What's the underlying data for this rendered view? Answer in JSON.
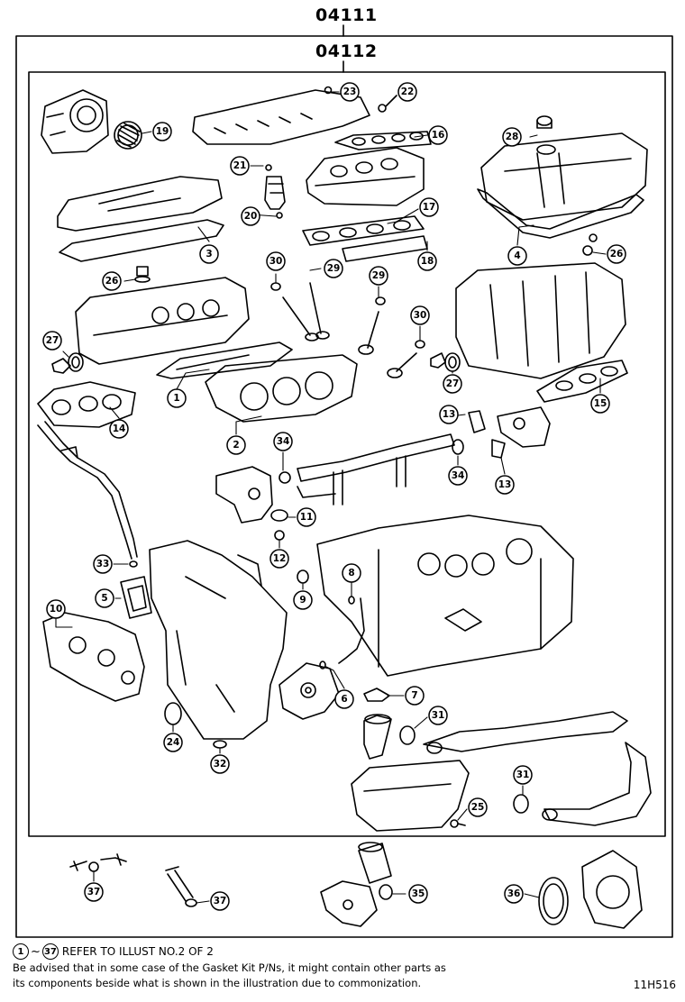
{
  "kit": {
    "outer_part_number": "04111",
    "inner_part_number": "04112"
  },
  "callouts": [
    "1",
    "2",
    "3",
    "4",
    "5",
    "6",
    "7",
    "8",
    "9",
    "10",
    "11",
    "12",
    "13",
    "13",
    "14",
    "15",
    "16",
    "17",
    "18",
    "19",
    "20",
    "21",
    "22",
    "23",
    "24",
    "25",
    "26",
    "26",
    "27",
    "27",
    "28",
    "29",
    "29",
    "30",
    "30",
    "31",
    "31",
    "32",
    "33",
    "34",
    "34",
    "35",
    "36",
    "37",
    "37"
  ],
  "footer": {
    "ref_from": "1",
    "ref_tilde": "~",
    "ref_to": "37",
    "ref_text": "REFER TO ILLUST NO.2 OF 2",
    "notice_line1": "Be advised that in some case of the Gasket Kit P/Ns,  it might contain other parts as",
    "notice_line2": "its components beside what is shown in the illustration due to commonization."
  },
  "diagram_code": "11H516"
}
